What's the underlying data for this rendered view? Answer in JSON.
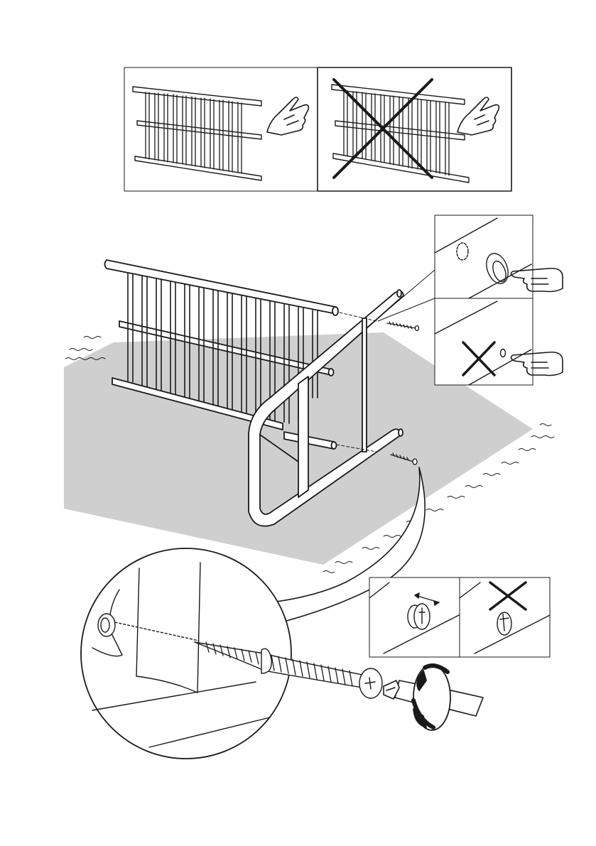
{
  "illustration": {
    "kind": "assembly-instruction",
    "text_labels": [],
    "colors": {
      "ink": "#1a1a1a",
      "paper": "#ffffff",
      "floor_rug": "#cfcfcf"
    },
    "icons": [
      "pointing-hand-icon",
      "cross-out-icon",
      "rotation-arrow-icon",
      "screwdriver-icon",
      "screw-icon"
    ],
    "panels": [
      {
        "name": "orientation-correct",
        "status": "correct"
      },
      {
        "name": "orientation-wrong",
        "status": "wrong"
      },
      {
        "name": "hole-side-correct",
        "status": "correct"
      },
      {
        "name": "hole-side-wrong",
        "status": "wrong"
      },
      {
        "name": "screw-head-correct",
        "status": "correct"
      },
      {
        "name": "screw-head-wrong",
        "status": "wrong"
      }
    ]
  }
}
